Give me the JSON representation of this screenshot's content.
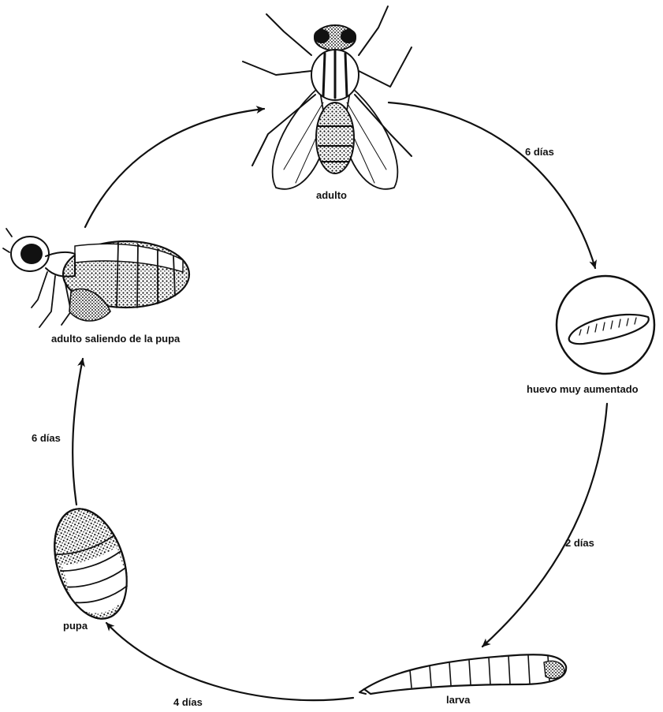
{
  "stages": {
    "adult": "adulto",
    "egg": "huevo muy aumentado",
    "larva": "larva",
    "pupa": "pupa",
    "emerging": "adulto saliendo de la pupa"
  },
  "durations": {
    "adult_to_egg": "6 días",
    "egg_to_larva": "2 días",
    "larva_to_pupa": "4 días",
    "pupa_to_emerging": "6 días"
  }
}
